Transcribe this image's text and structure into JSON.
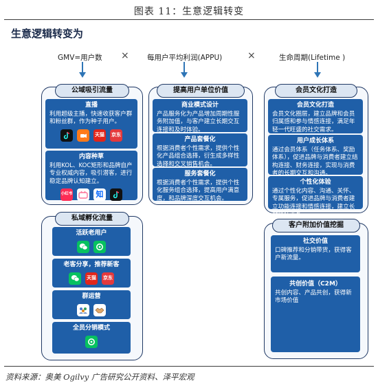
{
  "figure_title": "图表 11：生意逻辑转变",
  "main_title": "生意逻辑转变为",
  "formula": {
    "gmv": "GMV=用户数",
    "times1": "×",
    "appu": "每用户平均利润(APPU)",
    "times2": "×",
    "lifetime": "生命周期(Lifetime )"
  },
  "col1": {
    "pill1": "公域吸引流量",
    "sec1_title": "直播",
    "sec1_text": "利用超级主播，快速收获客户群和粉丝群，作为种子用户。",
    "sec2_title": "内容种草",
    "sec2_text": "利用KOL、KOC矩形和品牌自产专业权威内容，吸引潜客，进行稳定品牌认知建立。",
    "pill2": "私域孵化流量",
    "sec3_title": "活跃老用户",
    "sec4_title": "老客分享，推荐新客",
    "sec5_title": "群运营",
    "sec6_title": "全员分销模式"
  },
  "col2": {
    "pill": "提高用户单位价值",
    "sec1_title": "商业模式设计",
    "sec1_text": "产品服务化为产品增加周期性服务附加值，与客户建立长期交互连接和及时体验。",
    "sec2_title": "产品套餐化",
    "sec2_text": "根据消费者个性需求，提供个性化产品组合选择，衍生成多样性选择和交叉销售机会。",
    "sec3_title": "服务套餐化",
    "sec3_text": "根据消费者个性需求，提供个性化服务组合选择，提高用户满意度，和品牌深度交互机会。"
  },
  "col3": {
    "pill1": "会员文化打造",
    "sec1_title": "会员文化打造",
    "sec1_text": "会员文化圈层，建立品牌和会员归属感和参与情感连接，满足年轻一代旺盛的社交需求。",
    "sec2_title": "用户成长体系",
    "sec2_text": "通过会员体系（任务体系、奖励体系），促进品牌与消费者建立结构连接、财务连接，实现与消费者的长期交互和沟通。",
    "sec3_title": "个性化体验",
    "sec3_text": "通过个性化内容、沟通、关怀、专属服务，促进品牌与消费者建立功能连接和情感连接，建立长期信任关系。",
    "pill2": "客户附加价值挖掘",
    "sec4_title": "社交价值",
    "sec4_text": "口碑推荐和分销带货，获得客户新流量。",
    "sec5_title": "共创价值（C2M）",
    "sec5_text": "共创内容、产品共创，获得新市场价值"
  },
  "icon_labels": {
    "tmall": "天猫",
    "jd": "京东",
    "xhs": "小红书",
    "zhihu": "知"
  },
  "colors": {
    "box": "#1f5fa8",
    "pill_bg": "#dce6f2",
    "border": "#1f3864"
  },
  "source": "资料来源：奥美 Ogilvy 广告研究公开资料、泽平宏观"
}
